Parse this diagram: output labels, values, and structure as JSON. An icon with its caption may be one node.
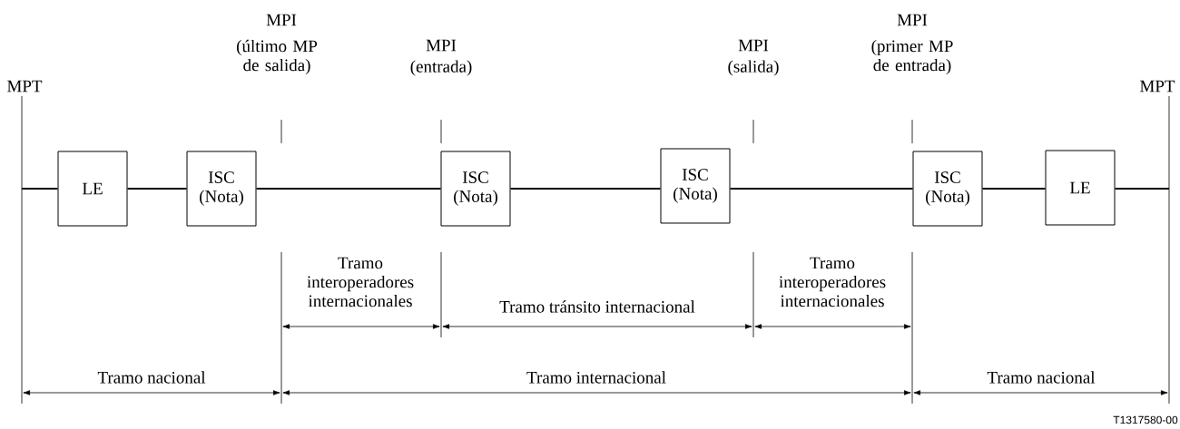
{
  "diagram": {
    "nodes": [
      {
        "text": [
          "LE"
        ]
      },
      {
        "text": [
          "ISC (Nota)"
        ]
      },
      {
        "text": [
          "ISC (Nota)"
        ]
      },
      {
        "text": [
          "ISC (Nota)"
        ]
      },
      {
        "text": [
          "ISC (Nota)"
        ]
      },
      {
        "text": [
          "LE"
        ]
      }
    ],
    "edges": [
      {
        "from": null,
        "to": 0,
        "arrow": "none"
      },
      {
        "from": 0,
        "to": 1,
        "arrow": "none"
      },
      {
        "from": 1,
        "to": 2,
        "arrow": "none"
      },
      {
        "from": 2,
        "to": 3,
        "arrow": "none"
      },
      {
        "from": 3,
        "to": 4,
        "arrow": "none"
      },
      {
        "from": 4,
        "to": 5,
        "arrow": "none"
      },
      {
        "from": 5,
        "to": null,
        "arrow": "none"
      }
    ],
    "labels": [
      "MPI",
      "(último MP de salida)",
      "MPI",
      "(primer MP de entrada)",
      "MPI",
      "(entrada)",
      "MPI",
      "(salida)",
      "MPT",
      "MPT",
      "Tramo interoperadores internacionales",
      "Tramo tránsito internacional",
      "Tramo interoperadores internacionales",
      "Tramo nacional",
      "Tramo internacional",
      "Tramo nacional",
      "T1317580-00"
    ]
  }
}
